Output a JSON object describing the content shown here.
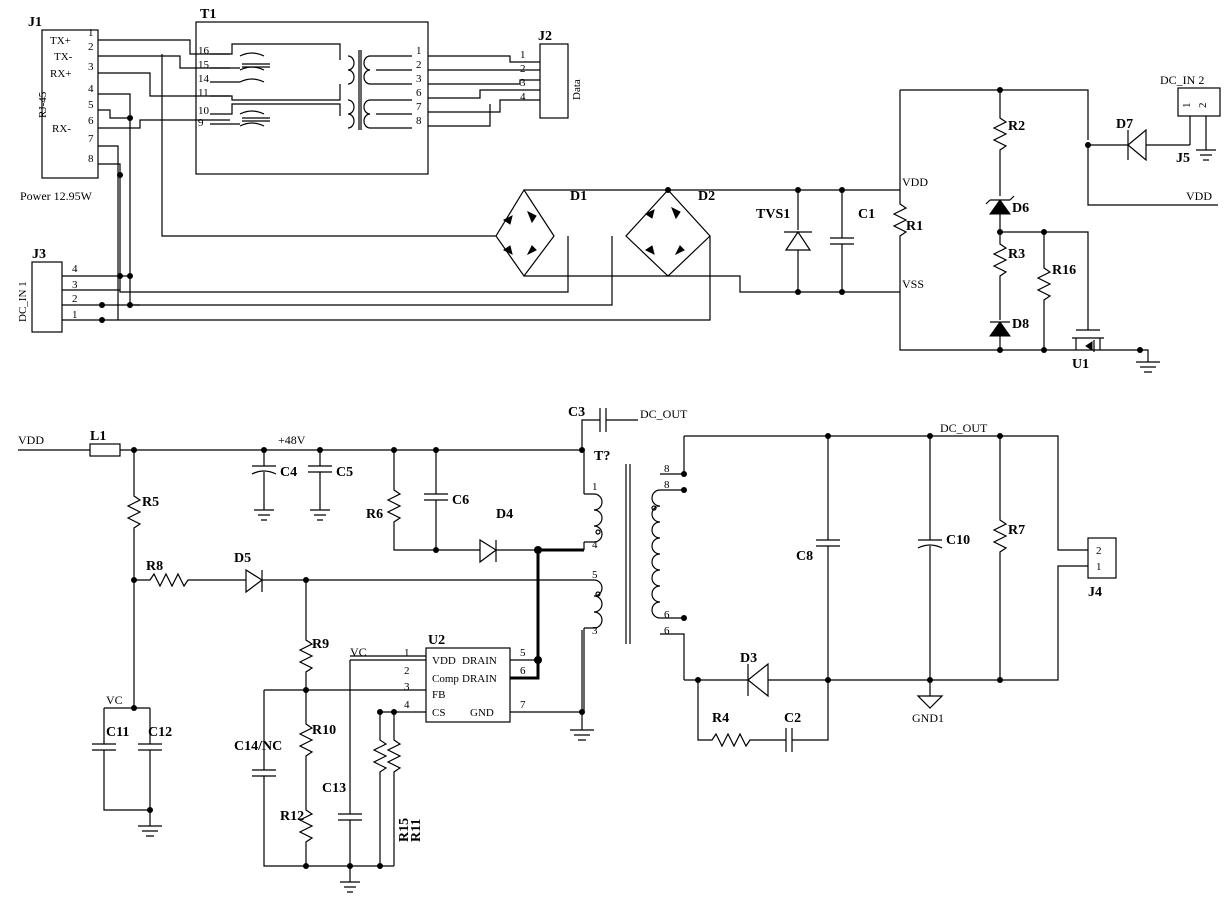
{
  "connectors": {
    "j1": {
      "ref": "J1",
      "type": "RJ-45",
      "pins": [
        "1",
        "2",
        "3",
        "4",
        "5",
        "6",
        "7",
        "8"
      ],
      "signals": [
        "TX+",
        "TX-",
        "RX+",
        "RX-"
      ]
    },
    "j2": {
      "ref": "J2",
      "type": "Data",
      "pins": [
        "1",
        "2",
        "3",
        "4"
      ]
    },
    "j3": {
      "ref": "J3",
      "type": "DC_IN 1",
      "pins": [
        "4",
        "3",
        "2",
        "1"
      ]
    },
    "j4": {
      "ref": "J4",
      "pins": [
        "2",
        "1"
      ]
    },
    "j5": {
      "ref": "J5",
      "type": "DC_IN 2",
      "pins": [
        "1",
        "2"
      ]
    }
  },
  "transformer_t1": {
    "ref": "T1",
    "pins_left": [
      "16",
      "15",
      "14",
      "11",
      "10",
      "9"
    ],
    "pins_right": [
      "1",
      "2",
      "3",
      "6",
      "7",
      "8"
    ]
  },
  "transformer_main": {
    "ref": "T?",
    "pins_primary": [
      "1",
      "4",
      "5",
      "3"
    ],
    "pins_secondary": [
      "8",
      "8",
      "6",
      "6"
    ]
  },
  "power_note": "Power  12.95W",
  "components": {
    "D1": "D1",
    "D2": "D2",
    "TVS1": "TVS1",
    "C1": "C1",
    "R1": "R1",
    "R2": "R2",
    "D6": "D6",
    "R3": "R3",
    "R16": "R16",
    "D8": "D8",
    "U1": "U1",
    "D7": "D7",
    "L1": "L1",
    "C4": "C4",
    "C5": "C5",
    "R5": "R5",
    "R6": "R6",
    "C6": "C6",
    "D4": "D4",
    "C3": "C3",
    "R8": "R8",
    "D5": "D5",
    "R9": "R9",
    "U2": "U2",
    "R10": "R10",
    "C14": "C14/NC",
    "C13": "C13",
    "R12": "R12",
    "R15": "R15",
    "R11": "R11",
    "C11": "C11",
    "C12": "C12",
    "C8": "C8",
    "C10": "C10",
    "R7": "R7",
    "D3": "D3",
    "R4": "R4",
    "C2": "C2"
  },
  "u2": {
    "pin_numbers": [
      "1",
      "2",
      "3",
      "4",
      "5",
      "6",
      "7"
    ],
    "pin_names": [
      "VDD",
      "Comp",
      "FB",
      "CS",
      "DRAIN",
      "DRAIN",
      "GND"
    ]
  },
  "nets": {
    "vdd": "VDD",
    "vss": "VSS",
    "vc": "VC",
    "plus48": "+48V",
    "dc_out": "DC_OUT",
    "gnd1": "GND1"
  }
}
